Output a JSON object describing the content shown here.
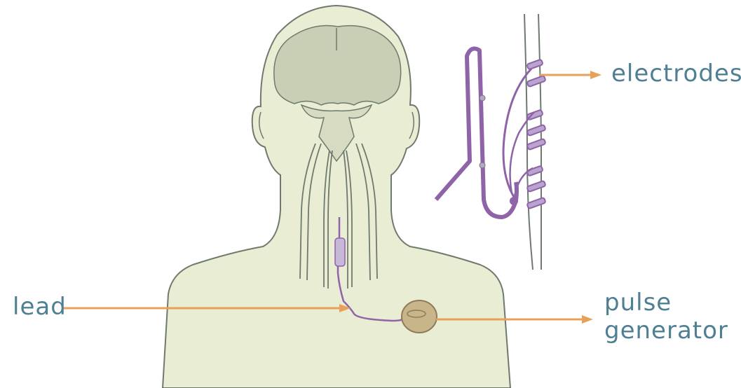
{
  "labels": {
    "electrodes": "electrodes",
    "lead": "lead",
    "pulse_line1": "pulse",
    "pulse_line2": "generator"
  },
  "colors": {
    "label_text": "#4f7f92",
    "arrow": "#e8a15a",
    "body_fill": "#e8edd3",
    "body_stroke": "#6f7a6e",
    "brain_fill": "#c9cfb4",
    "nerve": "#8f63a8",
    "generator_fill": "#c9b58a"
  }
}
